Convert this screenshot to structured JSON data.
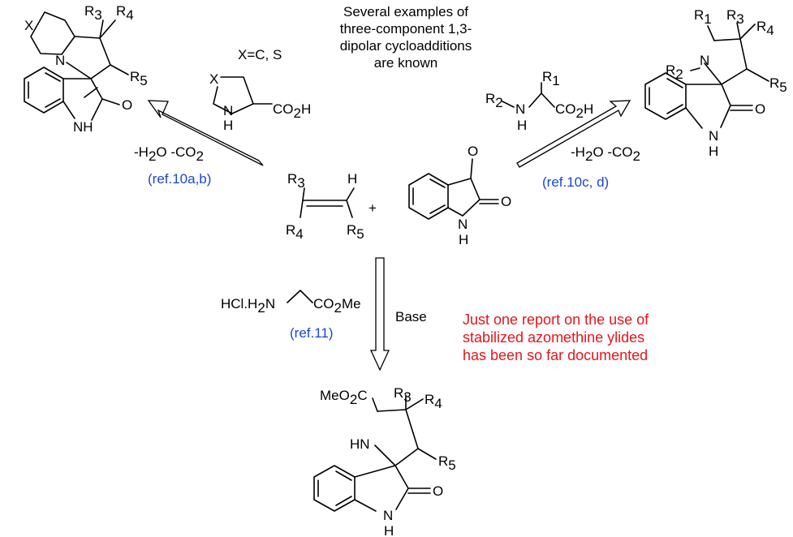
{
  "top_note": [
    "Several examples of",
    "three-component 1,3-",
    "dipolar cycloadditions",
    "are known"
  ],
  "bottom_note": [
    "Just one report on the use of",
    "stabilized azomethine ylides",
    "has been so far documented"
  ],
  "colors": {
    "reference": "#1a45d8",
    "note": "#e8141c",
    "structure": "#000000"
  },
  "left_route": {
    "condition_xeq": "X=C, S",
    "loss": {
      "a": "-H",
      "sub_a": "2",
      "b": "O -CO",
      "sub_b": "2"
    },
    "reference": "(ref.10a,b)",
    "reagent": {
      "ring_atom": "X",
      "nh": "N",
      "h": "H",
      "acid": "CO",
      "acid_sub": "2",
      "acid_end": "H"
    }
  },
  "right_route": {
    "loss": {
      "a": "-H",
      "sub_a": "2",
      "b": "O -CO",
      "sub_b": "2"
    },
    "reference": "(ref.10c, d)",
    "reagent": {
      "r2": "R",
      "r2_sub": "2",
      "n": "N",
      "h": "H",
      "r1": "R",
      "r1_sub": "1",
      "acid": "CO",
      "acid_sub": "2",
      "acid_end": "H"
    }
  },
  "down_route": {
    "reagent": {
      "prefix": "HCl.H",
      "prefix_sub": "2",
      "n": "N",
      "ester": "CO",
      "ester_sub": "2",
      "ester_end": "Me"
    },
    "reference": "(ref.11)",
    "base_label": "Base"
  },
  "alkene": {
    "r3": "R",
    "r3_sub": "3",
    "h": "H",
    "r4": "R",
    "r4_sub": "4",
    "r5": "R",
    "r5_sub": "5"
  },
  "plus": "+",
  "isatin": {
    "o": "O",
    "n": "N",
    "h": "H"
  },
  "product_left": {
    "x": "X",
    "n": "N",
    "r3": "R",
    "r3_sub": "3",
    "r4": "R",
    "r4_sub": "4",
    "r5": "R",
    "r5_sub": "5",
    "o": "O",
    "nh": "N",
    "h": "H"
  },
  "product_right": {
    "r1": "R",
    "r1_sub": "1",
    "r3": "R",
    "r3_sub": "3",
    "r4": "R",
    "r4_sub": "4",
    "r2": "R",
    "r2_sub": "2",
    "n": "N",
    "r5": "R",
    "r5_sub": "5",
    "o": "O",
    "nh": "N",
    "h": "H"
  },
  "product_bottom": {
    "ester": "MeO",
    "ester_sub": "2",
    "ester_end": "C",
    "r3": "R",
    "r3_sub": "3",
    "r4": "R",
    "r4_sub": "4",
    "hn": "HN",
    "r5": "R",
    "r5_sub": "5",
    "o": "O",
    "nh": "N",
    "h": "H"
  }
}
